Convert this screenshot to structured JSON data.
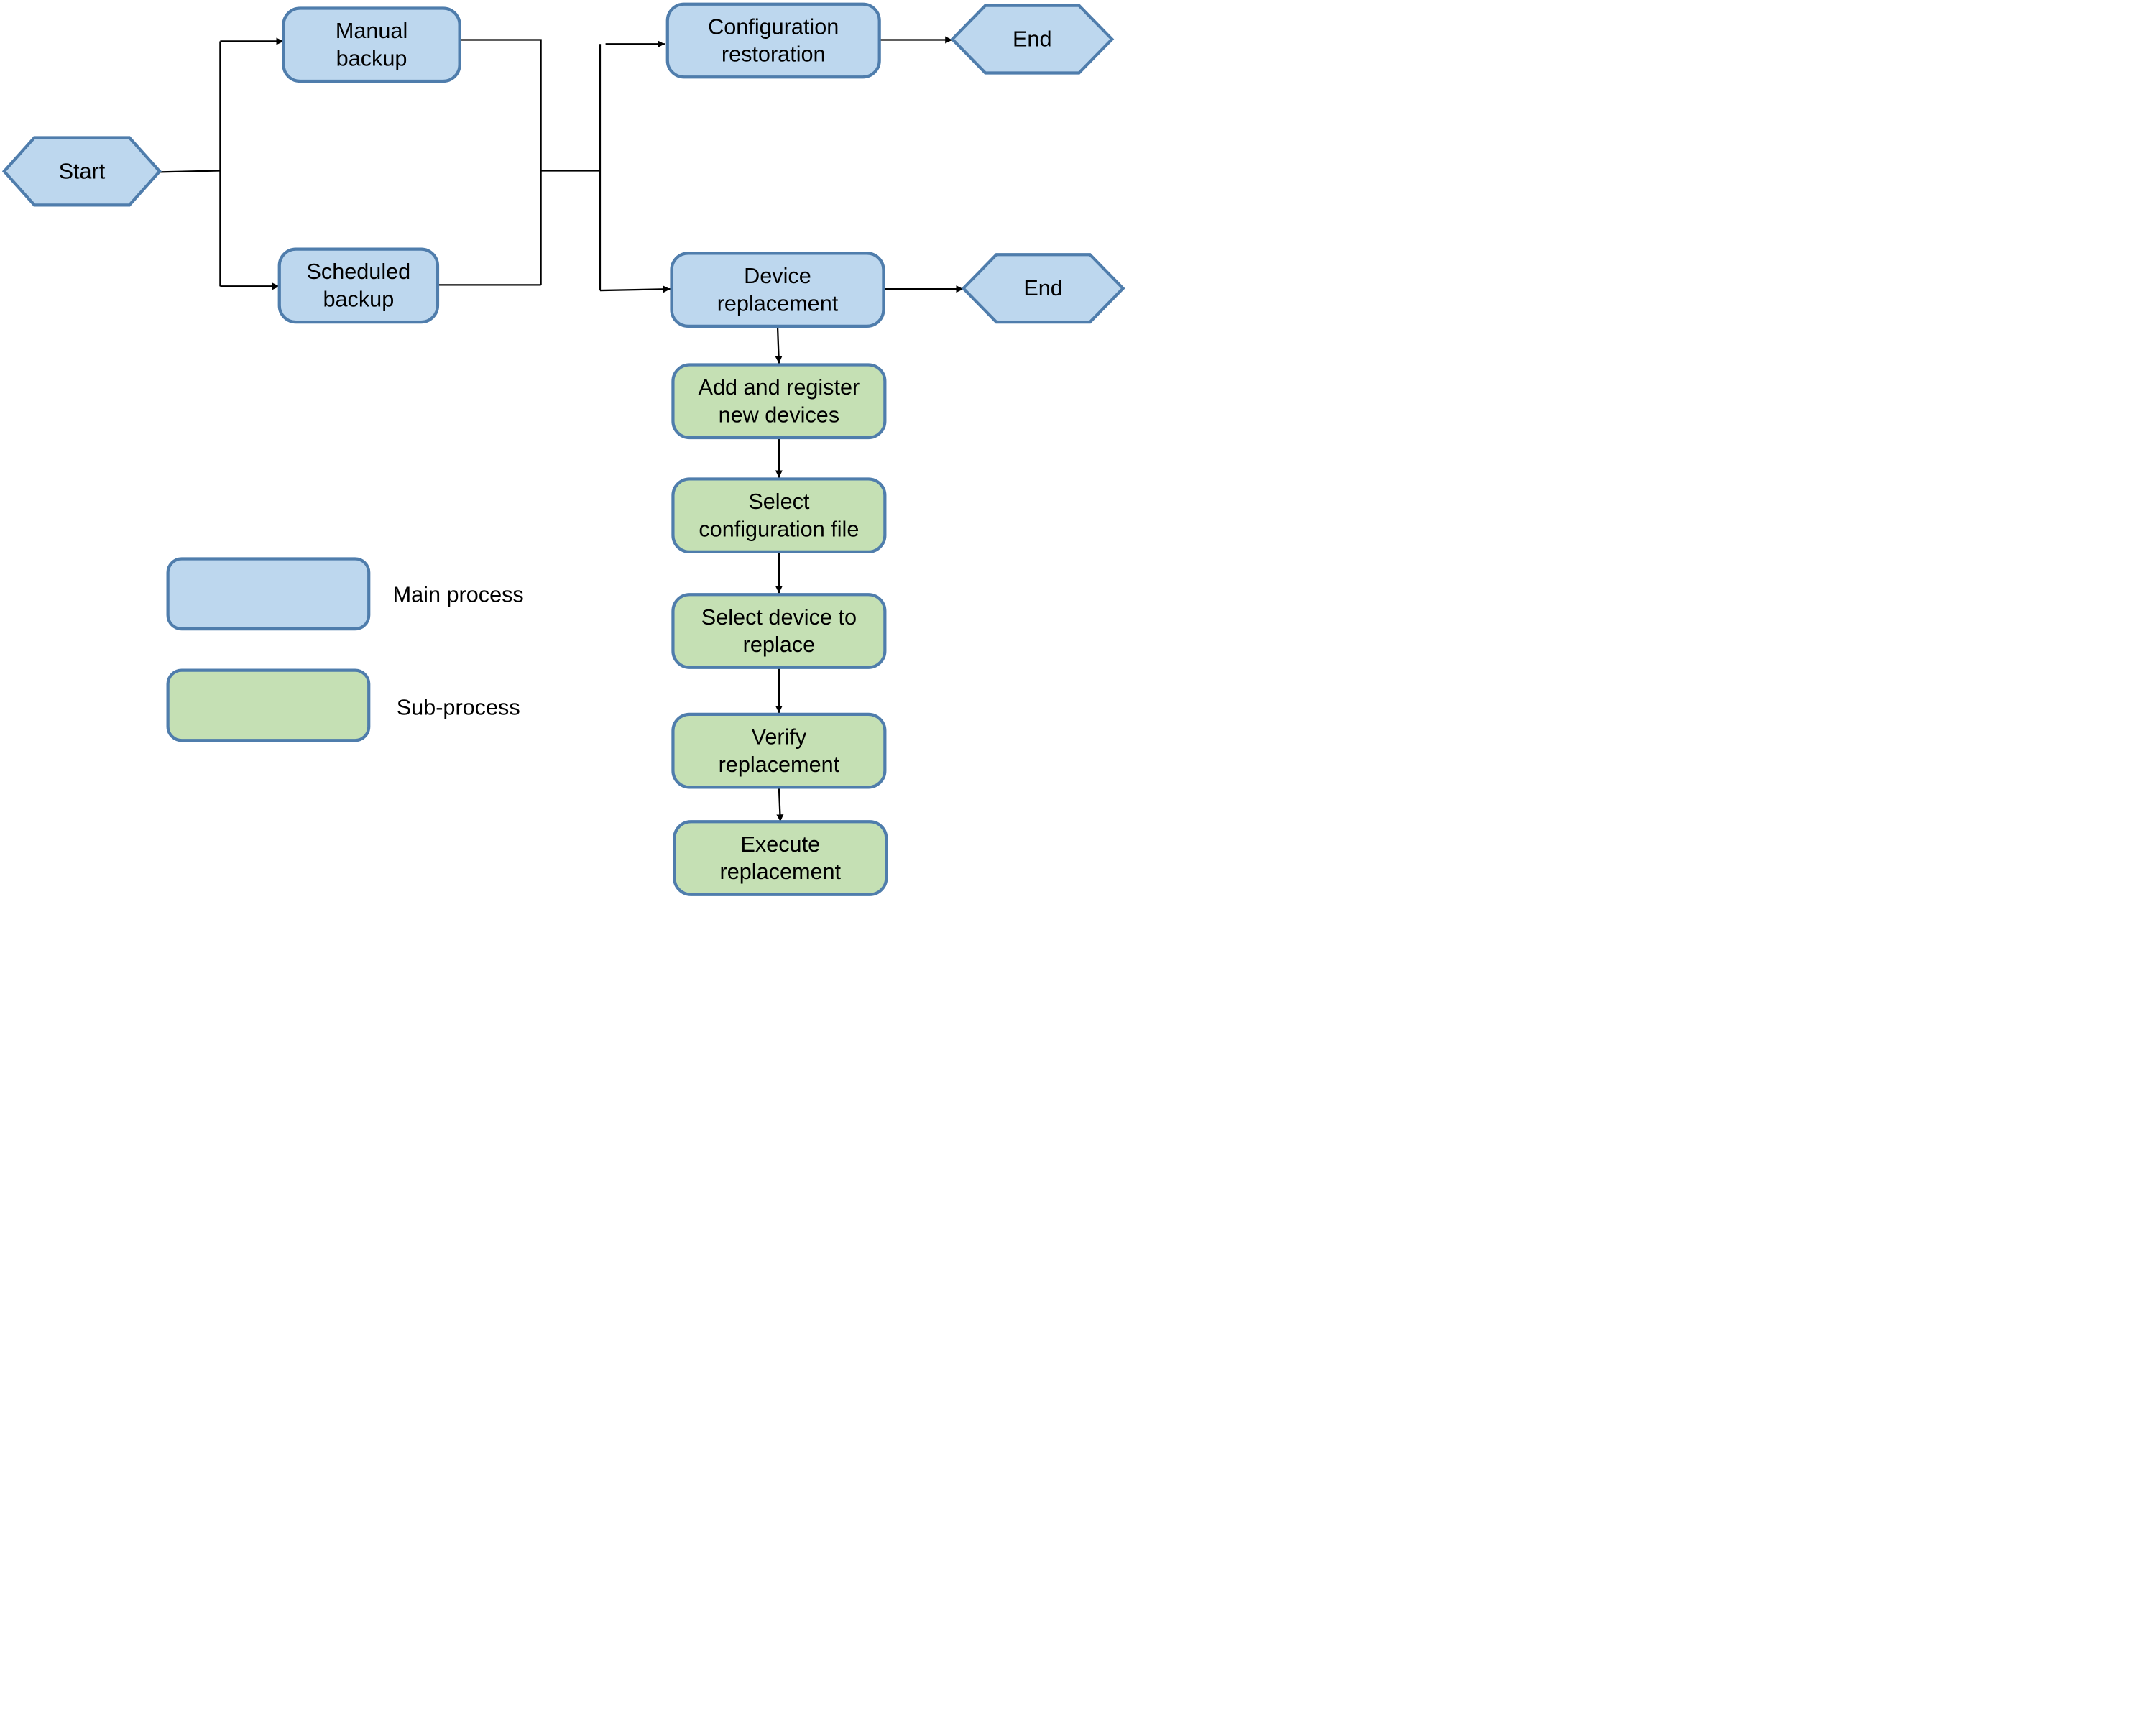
{
  "colors": {
    "main_fill": "#bdd7ee",
    "sub_fill": "#c5e0b4",
    "stroke": "#4f7dac",
    "line": "#000000",
    "text": "#000000"
  },
  "nodes": {
    "start": [
      "Start"
    ],
    "manual_backup": [
      "Manual",
      "backup"
    ],
    "scheduled_backup": [
      "Scheduled",
      "backup"
    ],
    "config_restoration": [
      "Configuration",
      "restoration"
    ],
    "end_top": [
      "End"
    ],
    "device_replacement": [
      "Device",
      "replacement"
    ],
    "end_mid": [
      "End"
    ],
    "add_register": [
      "Add and register",
      "new devices"
    ],
    "select_config": [
      "Select",
      "configuration file"
    ],
    "select_device": [
      "Select device to",
      "replace"
    ],
    "verify": [
      "Verify",
      "replacement"
    ],
    "execute": [
      "Execute",
      "replacement"
    ]
  },
  "legend": {
    "main_label": "Main process",
    "sub_label": "Sub-process"
  }
}
